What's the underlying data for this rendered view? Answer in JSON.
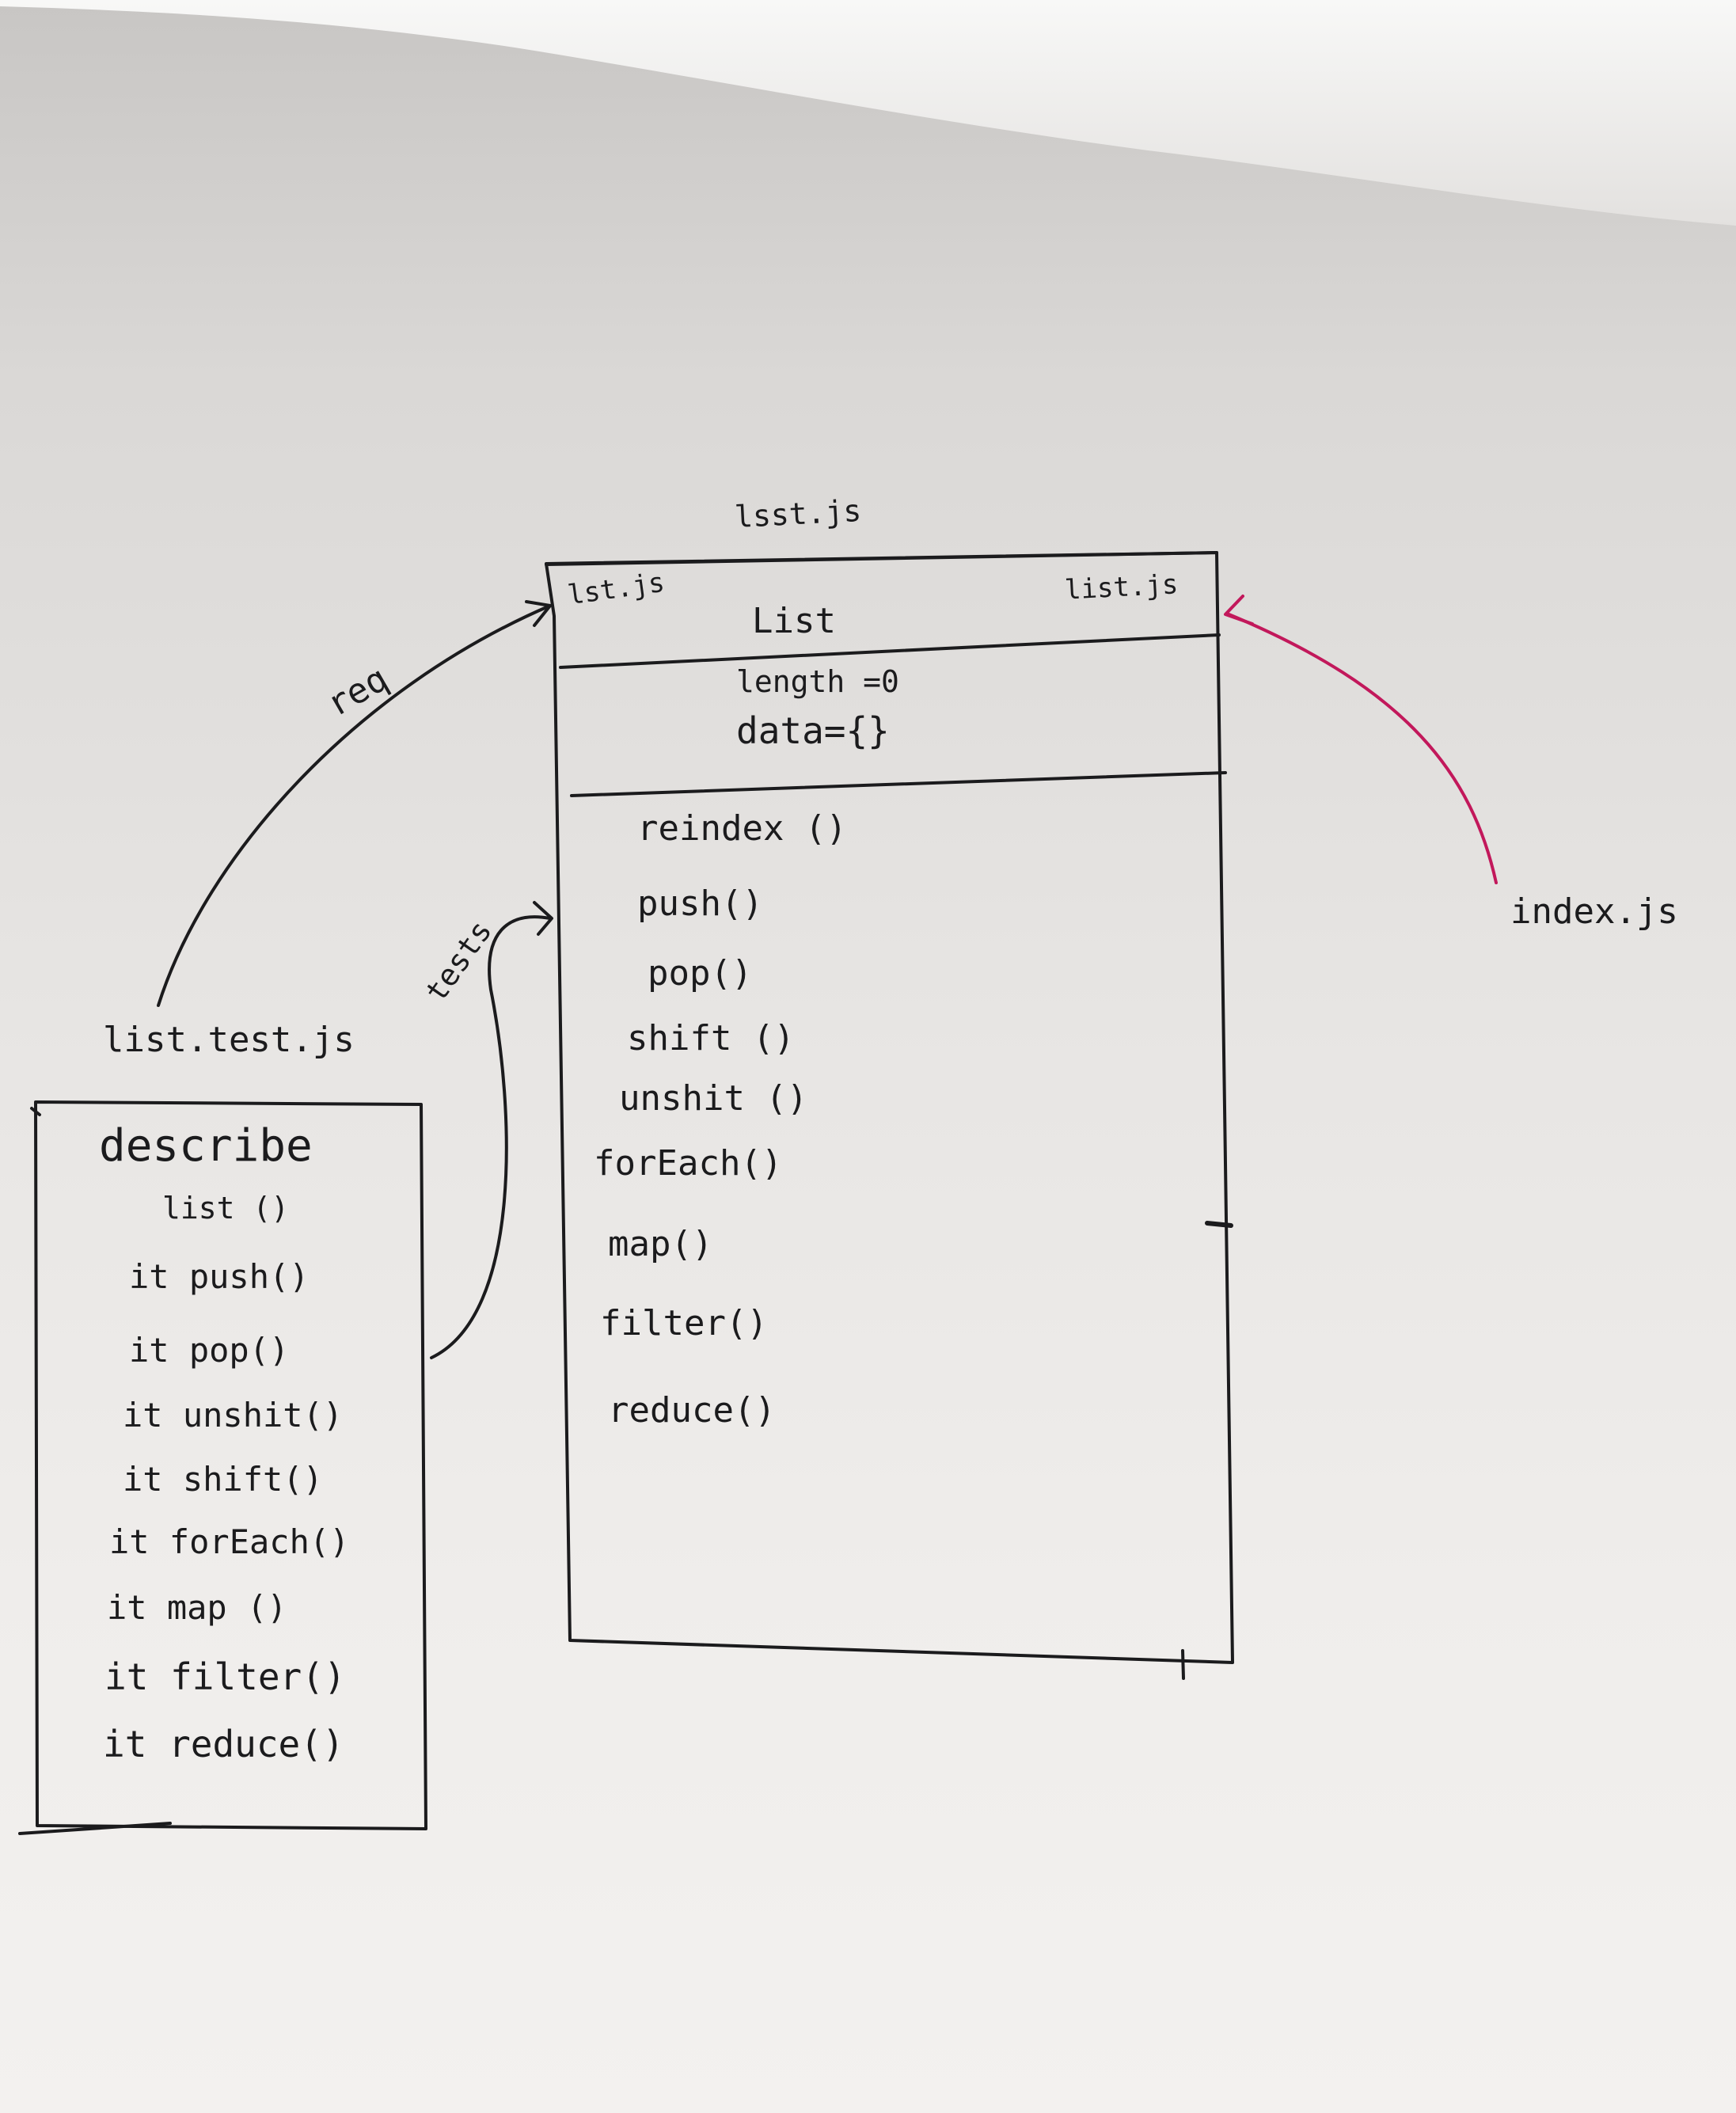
{
  "file_label_top": "lsst.js",
  "class_box": {
    "corner_left": "lst.js",
    "corner_right": "list.js",
    "name": "List",
    "properties": [
      "length =0",
      "data={}"
    ],
    "methods": [
      "reindex ()",
      "push()",
      "pop()",
      "shift ()",
      "unshit ()",
      "forEach()",
      "map()",
      "filter()",
      "reduce()"
    ]
  },
  "test_box": {
    "file_label": "list.test.js",
    "describe": "describe",
    "subject": "list ()",
    "its": [
      "it push()",
      "it pop()",
      "it unshit()",
      "it shift()",
      "it forEach()",
      "it map ()",
      "it filter()",
      "it reduce()"
    ]
  },
  "arrows": {
    "req_label": "req",
    "tests_label": "tests",
    "index_label": "index.js"
  },
  "colors": {
    "ink": "#1b1b1d",
    "pink_ink": "#c2185b",
    "paper": "#ecebe9"
  }
}
